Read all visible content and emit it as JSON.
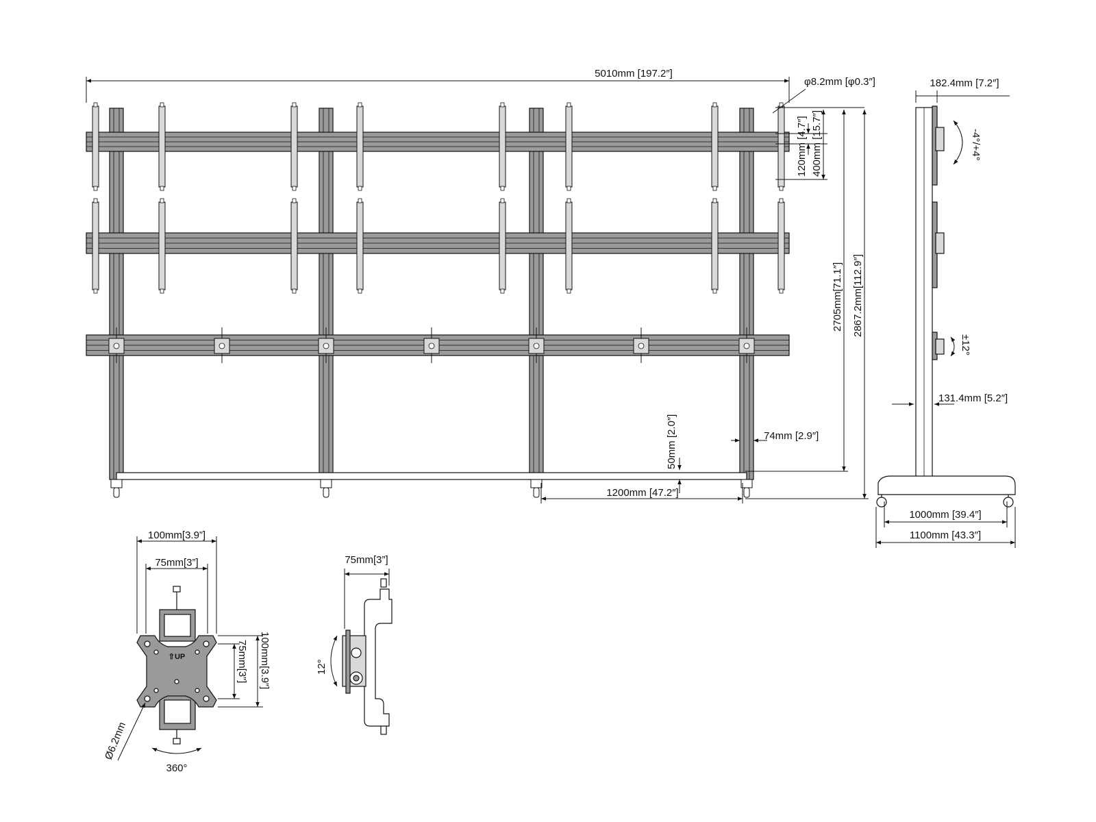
{
  "colors": {
    "line": "#111111",
    "fill": "#9a9a9a",
    "light": "#d9d9d9",
    "paper": "#ffffff"
  },
  "dimensions": {
    "total_width": "5010mm [197.2″]",
    "hole": "φ8.2mm [φ0.3″]",
    "depth": "182.4mm [7.2″]",
    "rail_120": "120mm [4.7″]",
    "rail_400": "400mm [15.7″]",
    "height_2705": "2705mm[71.1″]",
    "height_2867": "2867.2mm[112.9″]",
    "upright_74": "74mm [2.9″]",
    "gap_50": "50mm [2.0″]",
    "span_1200": "1200mm [47.2″]",
    "column_131": "131.4mm [5.2″]",
    "base_1000": "1000mm [39.4″]",
    "base_1100": "1100mm [43.3″]",
    "tilt_range": "-4°/+4°",
    "swivel_range": "±12°"
  },
  "bracket_front": {
    "width_100": "100mm[3.9”]",
    "width_75": "75mm[3”]",
    "height_100": "100mm[3.9”]",
    "height_75": "75mm[3”]",
    "hole_dia": "Ø6.2mm",
    "rotation": "360°",
    "up_label": "⇧UP"
  },
  "bracket_side": {
    "width_75": "75mm[3”]",
    "tilt": "12°"
  }
}
